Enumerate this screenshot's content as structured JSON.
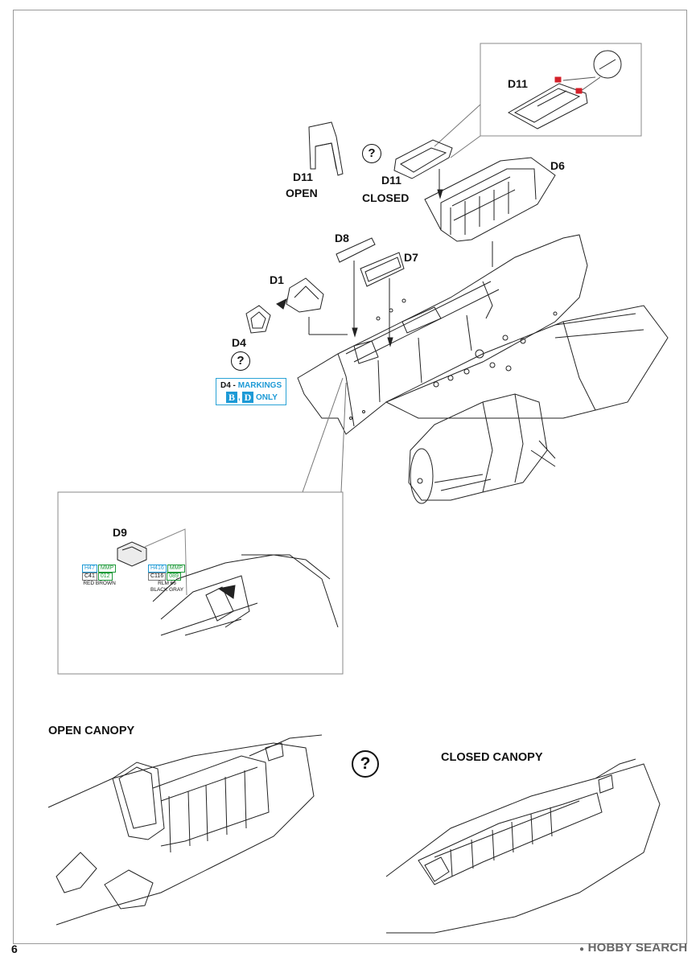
{
  "page_number": "6",
  "labels": {
    "d11_top": "D11",
    "d11_open_part": "D11",
    "d11_open_state": "OPEN",
    "d11_closed_part": "D11",
    "d11_closed_state": "CLOSED",
    "d6": "D6",
    "d8": "D8",
    "d7": "D7",
    "d1": "D1",
    "d4": "D4",
    "d9": "D9"
  },
  "markings_note": {
    "prefix": "D4 -",
    "word": "MARKINGS",
    "letter_b": "B",
    "separator": ",",
    "letter_d": "D",
    "suffix": "ONLY"
  },
  "question_symbol": "?",
  "paints": {
    "red_brown": {
      "h": "H47",
      "mmp": "MMP",
      "c": "C41",
      "mmp_no": "012",
      "name": "RED BROWN"
    },
    "black_gray": {
      "h": "H416",
      "mmp": "MMP",
      "c": "C116",
      "mmp_no": "089",
      "name1": "RLM 66",
      "name2": "BLACK GRAY"
    }
  },
  "sections": {
    "open_canopy": "OPEN CANOPY",
    "closed_canopy": "CLOSED CANOPY"
  },
  "watermark": "HOBBY SEARCH",
  "colors": {
    "accent_blue": "#1d9ad6",
    "paint_green": "#1e9a3a",
    "marker_red": "#d4202a",
    "line": "#222222"
  }
}
